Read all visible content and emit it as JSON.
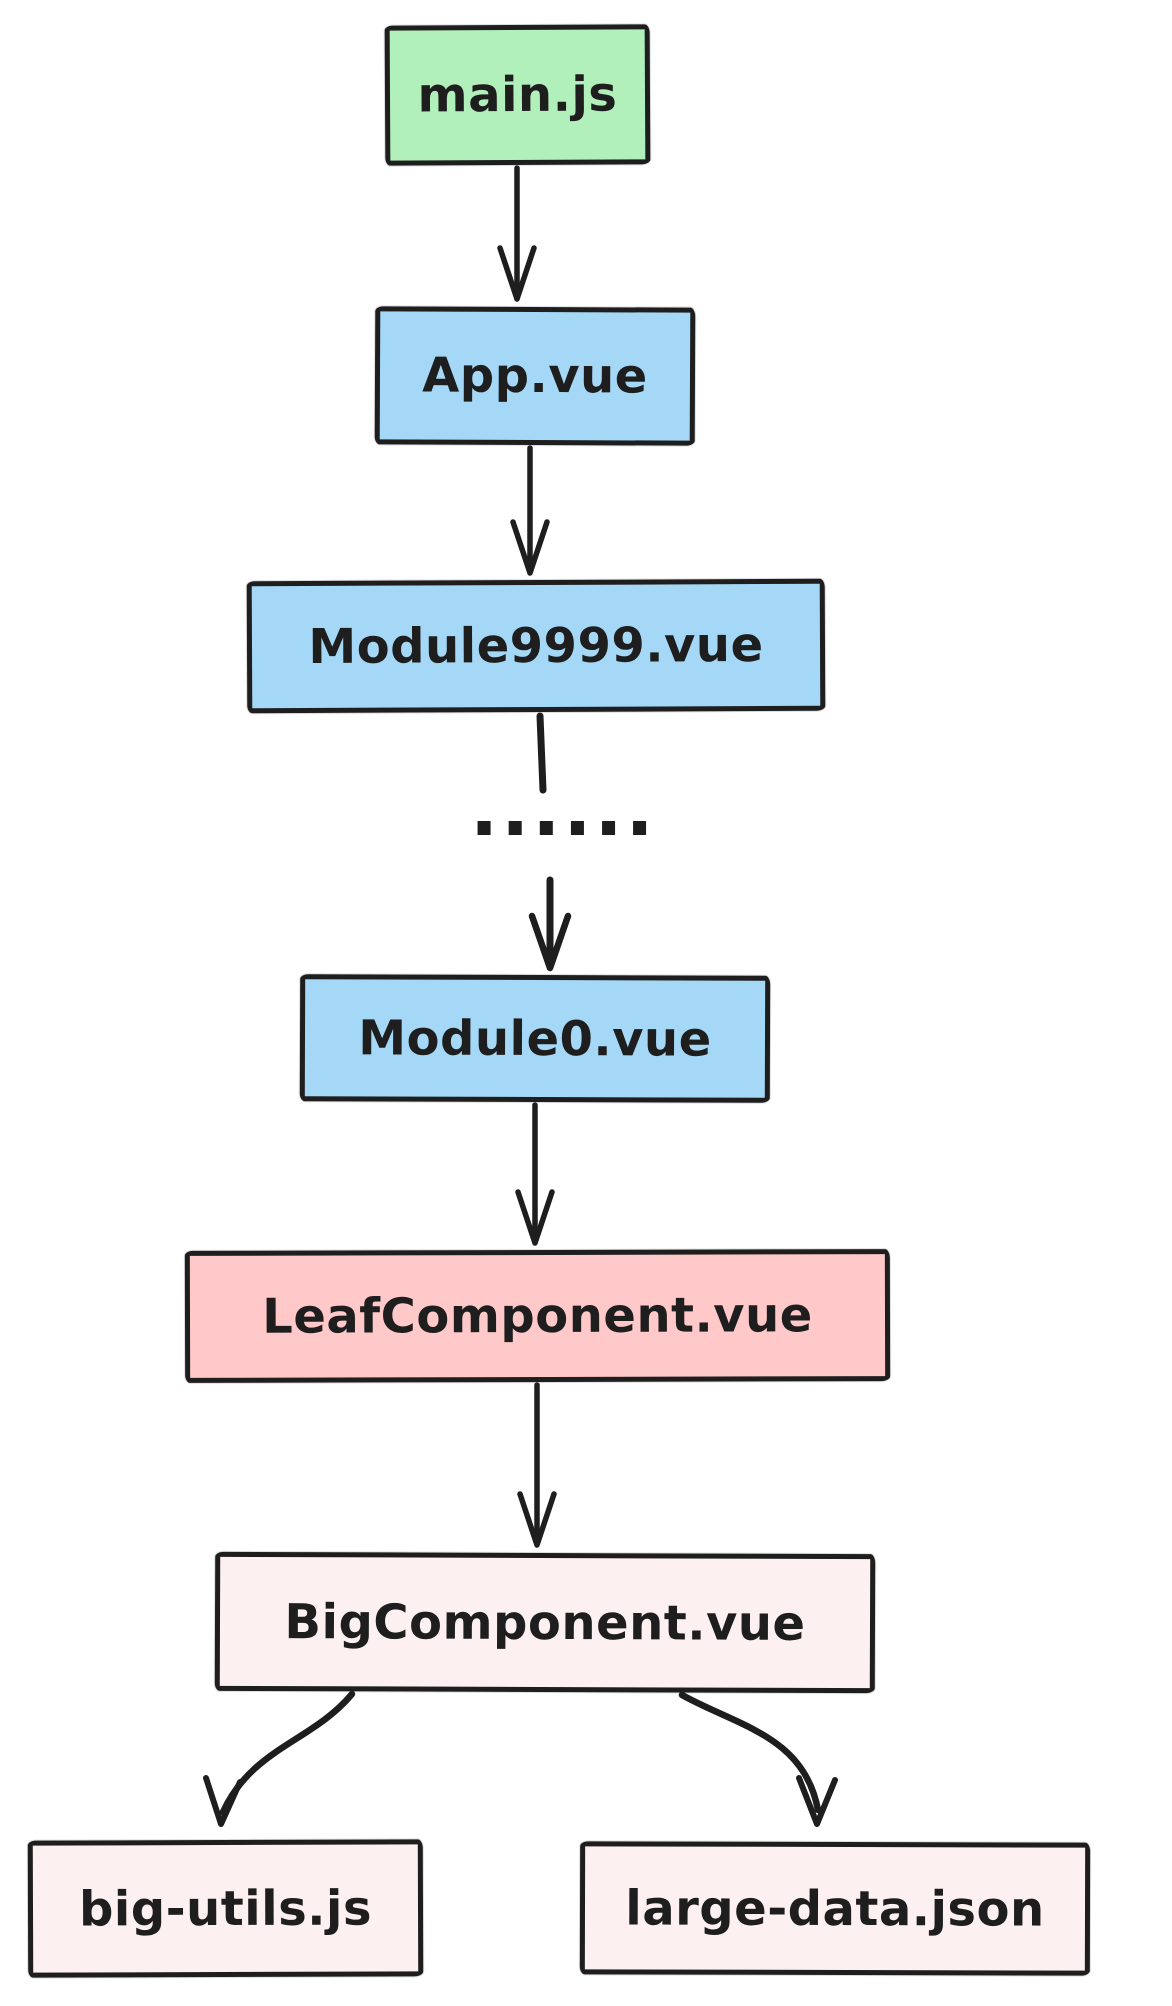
{
  "diagram": {
    "kind": "module-dependency-flowchart",
    "background": "#ffffff",
    "stroke": "#1e1e1e",
    "ellipsis": "......",
    "nodes": [
      {
        "id": "main-js",
        "label": "main.js",
        "fill": "#b2f0bb"
      },
      {
        "id": "app-vue",
        "label": "App.vue",
        "fill": "#a5d8f7"
      },
      {
        "id": "module9999-vue",
        "label": "Module9999.vue",
        "fill": "#a5d8f7"
      },
      {
        "id": "module0-vue",
        "label": "Module0.vue",
        "fill": "#a5d8f7"
      },
      {
        "id": "leaf-component-vue",
        "label": "LeafComponent.vue",
        "fill": "#ffc9c9"
      },
      {
        "id": "big-component-vue",
        "label": "BigComponent.vue",
        "fill": "#fdf0f0"
      },
      {
        "id": "big-utils-js",
        "label": "big-utils.js",
        "fill": "#fdf0f0"
      },
      {
        "id": "large-data-json",
        "label": "large-data.json",
        "fill": "#fdf0f0"
      }
    ],
    "edges": [
      {
        "from": "main.js",
        "to": "App.vue"
      },
      {
        "from": "App.vue",
        "to": "Module9999.vue"
      },
      {
        "from": "Module9999.vue",
        "to": "......"
      },
      {
        "from": "......",
        "to": "Module0.vue"
      },
      {
        "from": "Module0.vue",
        "to": "LeafComponent.vue"
      },
      {
        "from": "LeafComponent.vue",
        "to": "BigComponent.vue"
      },
      {
        "from": "BigComponent.vue",
        "to": "big-utils.js"
      },
      {
        "from": "BigComponent.vue",
        "to": "large-data.json"
      }
    ]
  }
}
